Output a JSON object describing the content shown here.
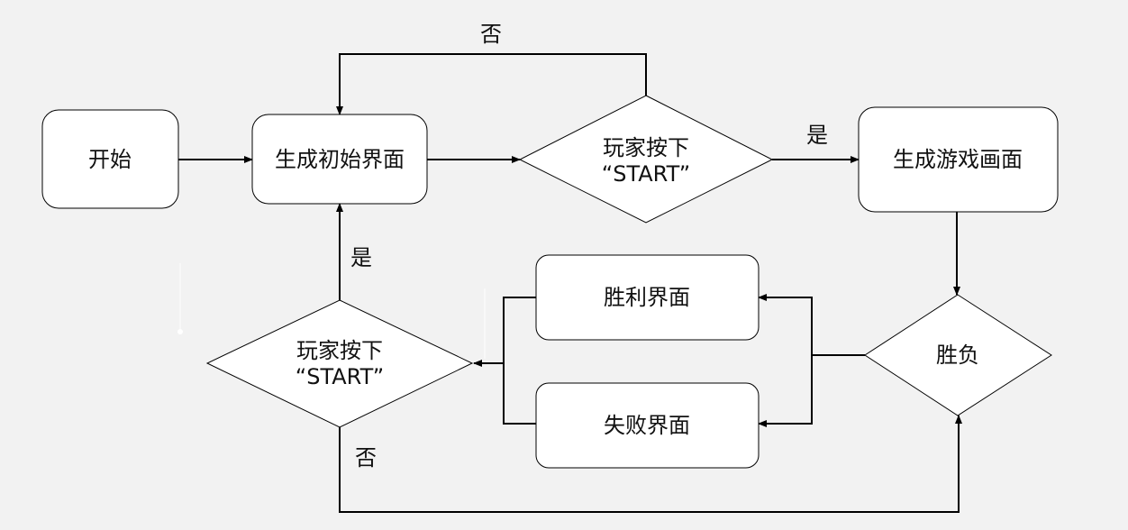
{
  "colors": {
    "background": "#f2f2f2",
    "node_fill": "#ffffff",
    "line": "#000000",
    "text": "#111111"
  },
  "nodes": {
    "start": "开始",
    "gen_init": "生成初始界面",
    "press_start_1": {
      "line1": "玩家按下",
      "line2": "“START”"
    },
    "gen_game": "生成游戏画面",
    "win_lose": "胜负",
    "win_screen": "胜利界面",
    "lose_screen": "失败界面",
    "press_start_2": {
      "line1": "玩家按下",
      "line2": "“START”"
    }
  },
  "edge_labels": {
    "no_top": "否",
    "yes_right": "是",
    "yes_left": "是",
    "no_bottom": "否"
  }
}
